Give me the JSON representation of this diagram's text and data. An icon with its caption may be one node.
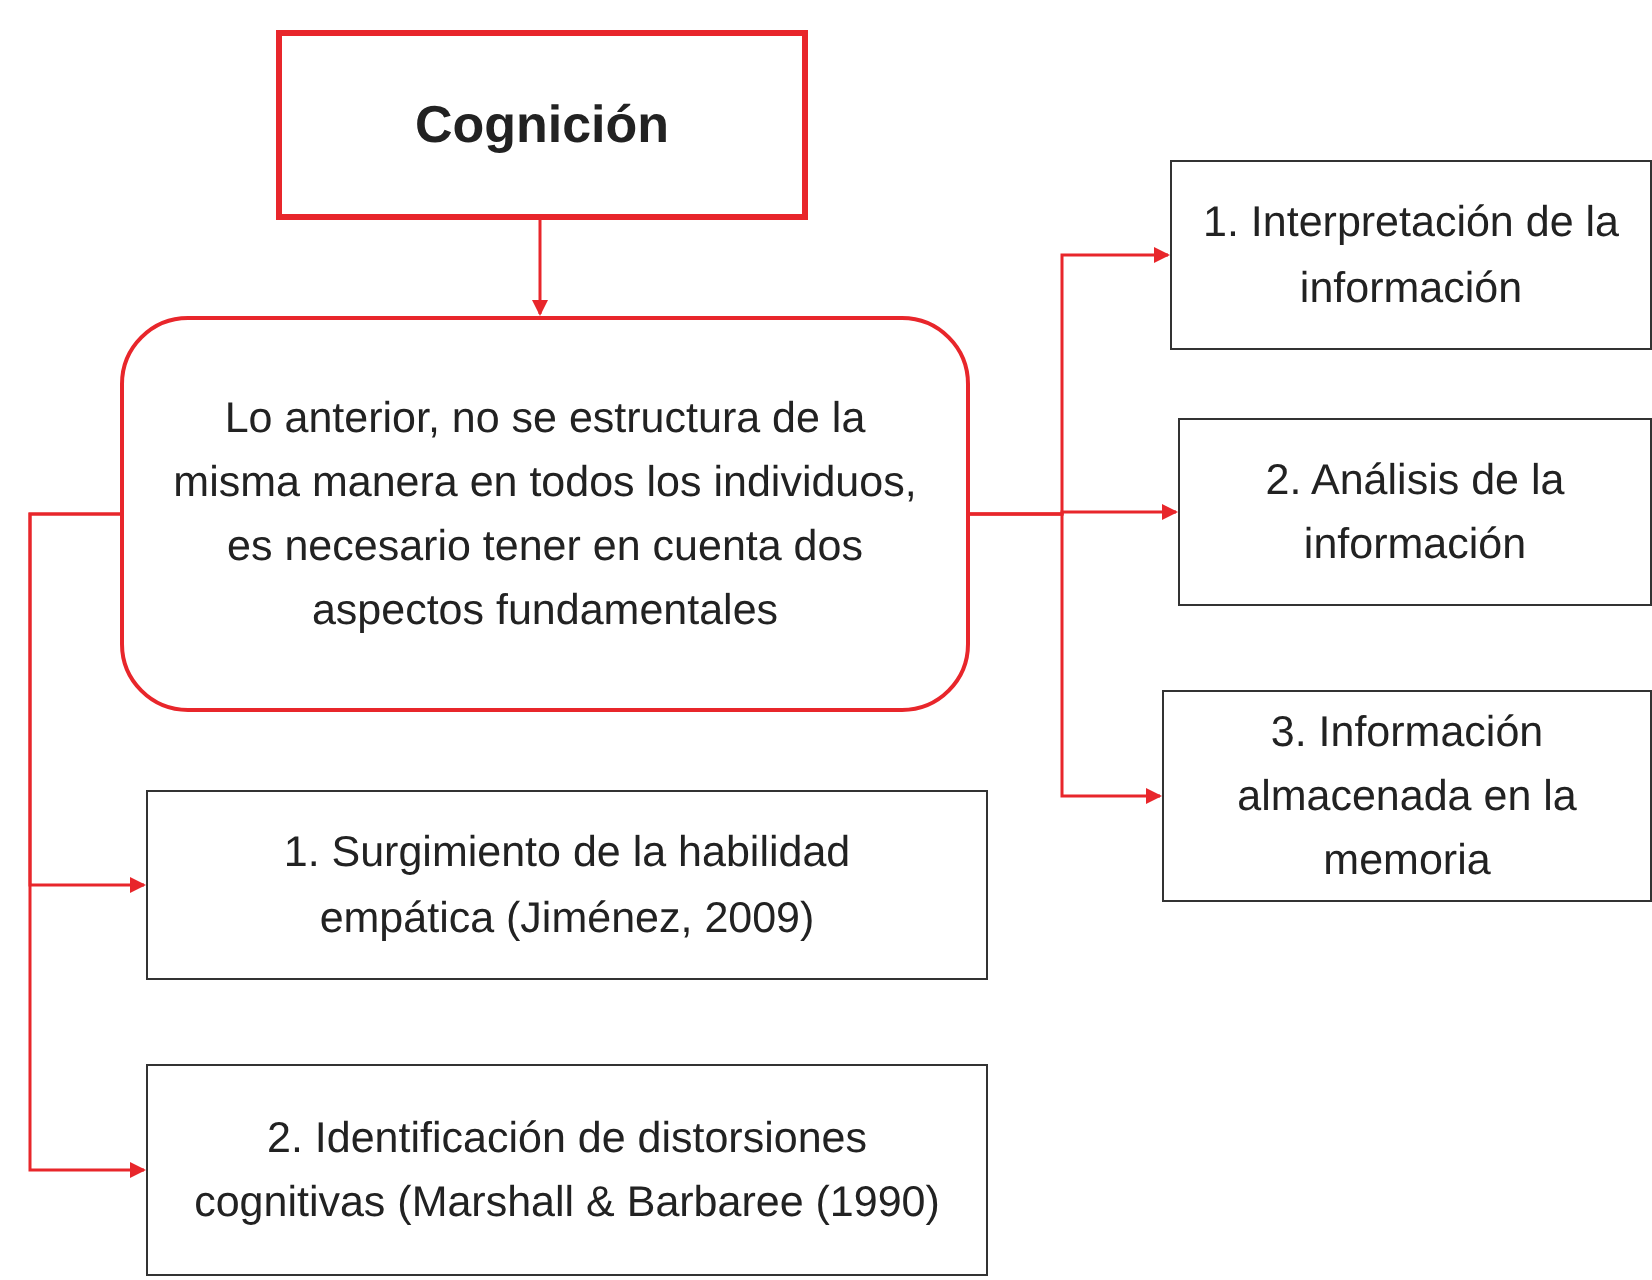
{
  "diagram": {
    "nodes": [
      {
        "text": [
          "Cognición"
        ]
      },
      {
        "text": [
          "Lo anterior, no se estructura de la misma manera en todos los individuos, es necesario tener en cuenta dos aspectos fundamentales"
        ]
      },
      {
        "text": [
          "1. Interpretación de la información"
        ]
      },
      {
        "text": [
          "2. Análisis de la información"
        ]
      },
      {
        "text": [
          "3. Información almacenada en la memoria"
        ]
      },
      {
        "text": [
          "1. Surgimiento de la habilidad empática (Jiménez, 2009)"
        ]
      },
      {
        "text": [
          "2. Identificación de distorsiones cognitivas (Marshall & Barbaree (1990)"
        ]
      }
    ],
    "edges": [
      {
        "from": 0,
        "to": 1,
        "arrow": "to"
      },
      {
        "from": 1,
        "to": 2,
        "arrow": "to"
      },
      {
        "from": 1,
        "to": 3,
        "arrow": "to"
      },
      {
        "from": 1,
        "to": 4,
        "arrow": "to"
      },
      {
        "from": 1,
        "to": 5,
        "arrow": "to"
      },
      {
        "from": 1,
        "to": 6,
        "arrow": "to"
      }
    ]
  }
}
